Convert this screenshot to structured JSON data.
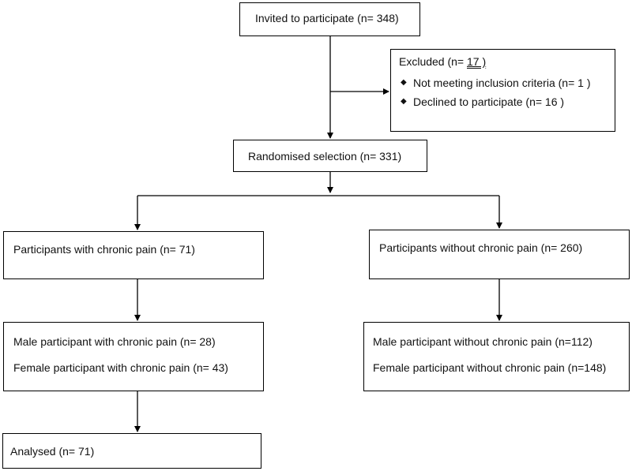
{
  "flowchart": {
    "invited": "Invited to participate (n= 348)",
    "excluded": {
      "title_prefix": "Excluded (n= ",
      "title_count": "17 )",
      "items": [
        "Not meeting inclusion criteria (n= 1 )",
        "Declined to participate (n= 16 )"
      ]
    },
    "randomised": "Randomised selection (n= 331)",
    "with_pain": "Participants with chronic pain (n= 71)",
    "without_pain": "Participants without chronic pain (n= 260)",
    "with_pain_breakdown": {
      "male": "Male participant with chronic pain (n= 28)",
      "female": "Female participant with chronic pain (n= 43)"
    },
    "without_pain_breakdown": {
      "male": "Male participant without chronic pain (n=112)",
      "female": "Female participant without chronic pain (n=148)"
    },
    "analysed": "Analysed (n= 71)"
  }
}
